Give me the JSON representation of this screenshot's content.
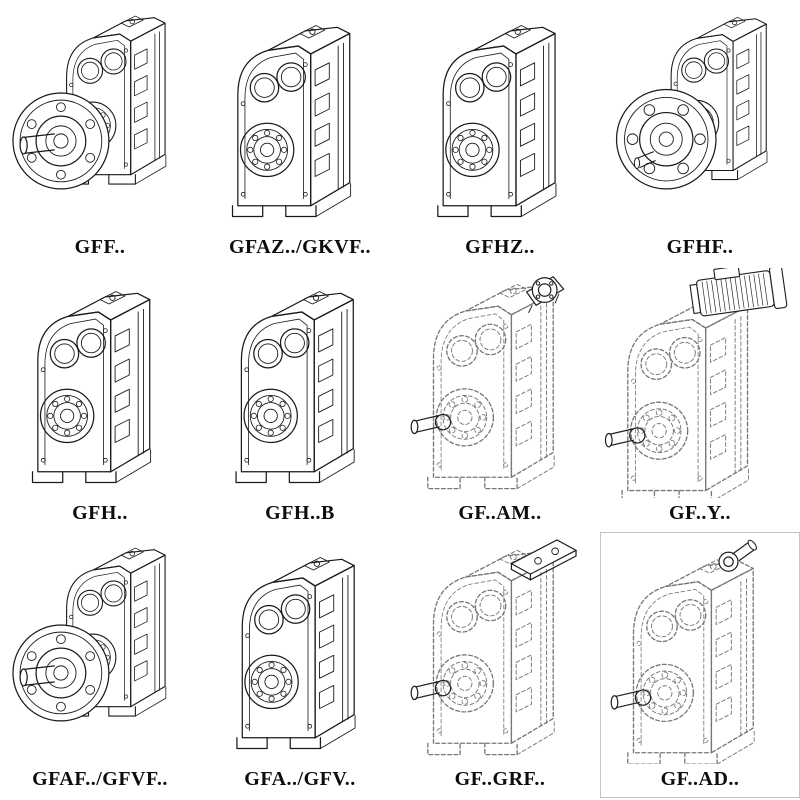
{
  "page": {
    "background": "#ffffff",
    "line_color": "#1a1a1a",
    "ghost_line_color": "#787878",
    "box_border_color": "#c4c4c4"
  },
  "products": [
    {
      "id": "gff",
      "label": "GFF..",
      "drawing": "gearbox-output-flange-shaft-icon"
    },
    {
      "id": "gfaz-gkvf",
      "label": "GFAZ../GKVF..",
      "drawing": "gearbox-hollow-shaft-icon"
    },
    {
      "id": "gfhz",
      "label": "GFHZ..",
      "drawing": "gearbox-hollow-shaft-icon"
    },
    {
      "id": "gfhf",
      "label": "GFHF..",
      "drawing": "gearbox-front-flange-icon"
    },
    {
      "id": "gfh",
      "label": "GFH..",
      "drawing": "gearbox-hollow-shaft-icon"
    },
    {
      "id": "gfh-b",
      "label": "GFH..B",
      "drawing": "gearbox-hollow-shaft-icon"
    },
    {
      "id": "gf-am",
      "label": "GF..AM..",
      "drawing": "gearbox-ghost-motor-adapter-flange-icon"
    },
    {
      "id": "gf-y",
      "label": "GF..Y..",
      "drawing": "gearbox-ghost-mounted-motor-icon"
    },
    {
      "id": "gfaf-gfvf",
      "label": "GFAF../GFVF..",
      "drawing": "gearbox-output-flange-shaft-icon"
    },
    {
      "id": "gfa-gfv",
      "label": "GFA../GFV..",
      "drawing": "gearbox-hollow-shaft-icon"
    },
    {
      "id": "gf-grf",
      "label": "GF..GRF..",
      "drawing": "gearbox-ghost-top-adapter-plate-icon"
    },
    {
      "id": "gf-ad",
      "label": "GF..AD..",
      "drawing": "gearbox-ghost-input-shaft-icon"
    }
  ]
}
